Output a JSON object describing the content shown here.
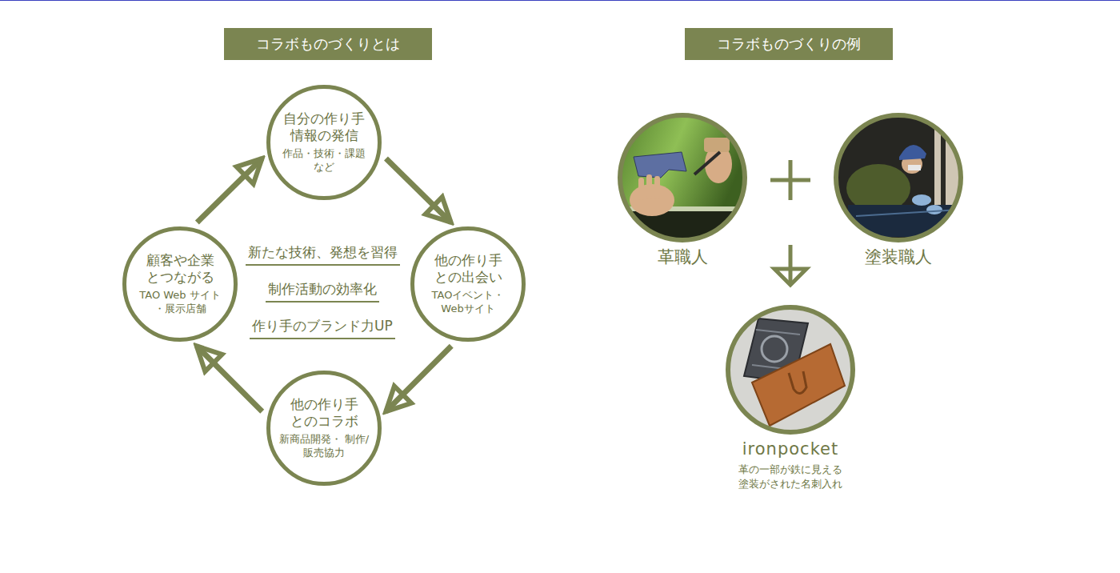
{
  "diagram": {
    "nodes": [
      {
        "text": [
          "コラボものづくりとは"
        ]
      },
      {
        "text": [
          "自分の作り手 情報の発信",
          "作品・技術・課題 など"
        ]
      },
      {
        "text": [
          "顧客や企業 とつながる",
          "TAO Web サイト ・展示店舗"
        ]
      },
      {
        "text": [
          "他の作り手 との出会い",
          "TAOイベント・ Webサイト"
        ]
      },
      {
        "text": [
          "他の作り手 とのコラボ",
          "新商品開発・ 制作/販売協力"
        ]
      },
      {
        "text": [
          "コラボものづくりの例"
        ]
      },
      {
        "text": [
          "革職人"
        ]
      },
      {
        "text": [
          "塗装職人"
        ]
      },
      {
        "text": [
          "ironpocket",
          "革の一部が鉄に見える 塗装がされた名刺入れ"
        ]
      }
    ],
    "edges": [
      {
        "from": 1,
        "to": 3,
        "arrow": "to"
      },
      {
        "from": 3,
        "to": 4,
        "arrow": "to"
      },
      {
        "from": 4,
        "to": 2,
        "arrow": "to"
      },
      {
        "from": 2,
        "to": 1,
        "arrow": "to"
      }
    ],
    "labels": [
      "新たな技術、発想を習得",
      "制作活動の効率化",
      "作り手のブランド力UP"
    ]
  }
}
